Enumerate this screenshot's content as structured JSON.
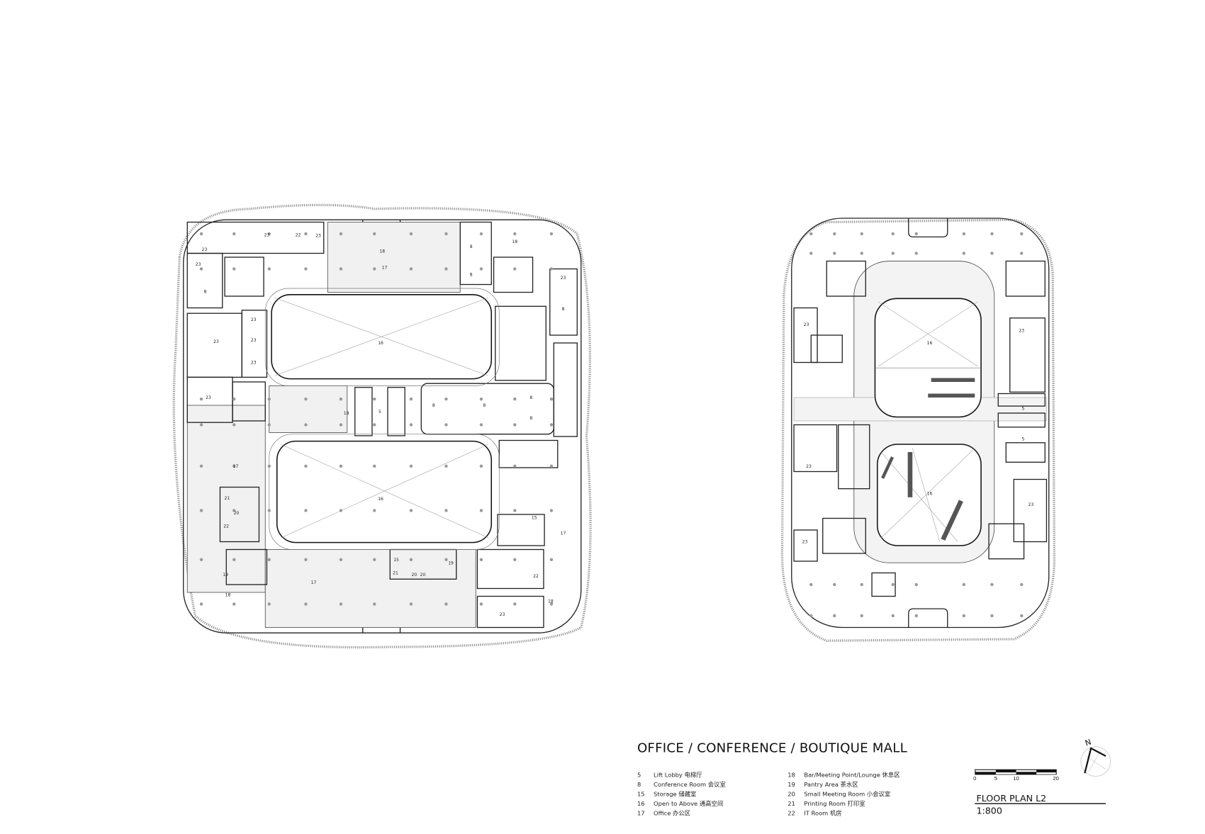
{
  "title": "OFFICE / CONFERENCE / BOUTIQUE MALL",
  "legend": [
    {
      "num": "5",
      "label": "Lift Lobby  电梯厅"
    },
    {
      "num": "8",
      "label": "Conference Room  会议室"
    },
    {
      "num": "15",
      "label": "Storage  储藏室"
    },
    {
      "num": "16",
      "label": "Open to Above  通高空间"
    },
    {
      "num": "17",
      "label": "Office  办公区"
    },
    {
      "num": "18",
      "label": "Bar/Meeting Point/Lounge  休息区"
    },
    {
      "num": "19",
      "label": "Pantry Area  茶水区"
    },
    {
      "num": "20",
      "label": "Small Meeting Room  小会议室"
    },
    {
      "num": "21",
      "label": "Printing Room  打印室"
    },
    {
      "num": "22",
      "label": "IT Room  机房"
    }
  ],
  "scale_bar": {
    "ticks": [
      "0",
      "5",
      "10",
      "20"
    ]
  },
  "north_label": "N",
  "plan_title": "FLOOR PLAN L2",
  "plan_scale": "1:800",
  "left_plan_labels": [
    "23",
    "23",
    "22",
    "23",
    "23",
    "8",
    "23",
    "23",
    "23",
    "23",
    "23",
    "23",
    "18",
    "17",
    "8",
    "8",
    "18",
    "8",
    "16",
    "5",
    "18",
    "8",
    "8",
    "8",
    "8",
    "16",
    "17",
    "21",
    "20",
    "22",
    "19",
    "18",
    "17",
    "15",
    "19",
    "21",
    "22",
    "15",
    "20",
    "20",
    "17",
    "23",
    "18"
  ],
  "right_plan_labels": [
    "23",
    "23",
    "23",
    "23",
    "23",
    "16",
    "16",
    "5",
    "5"
  ]
}
